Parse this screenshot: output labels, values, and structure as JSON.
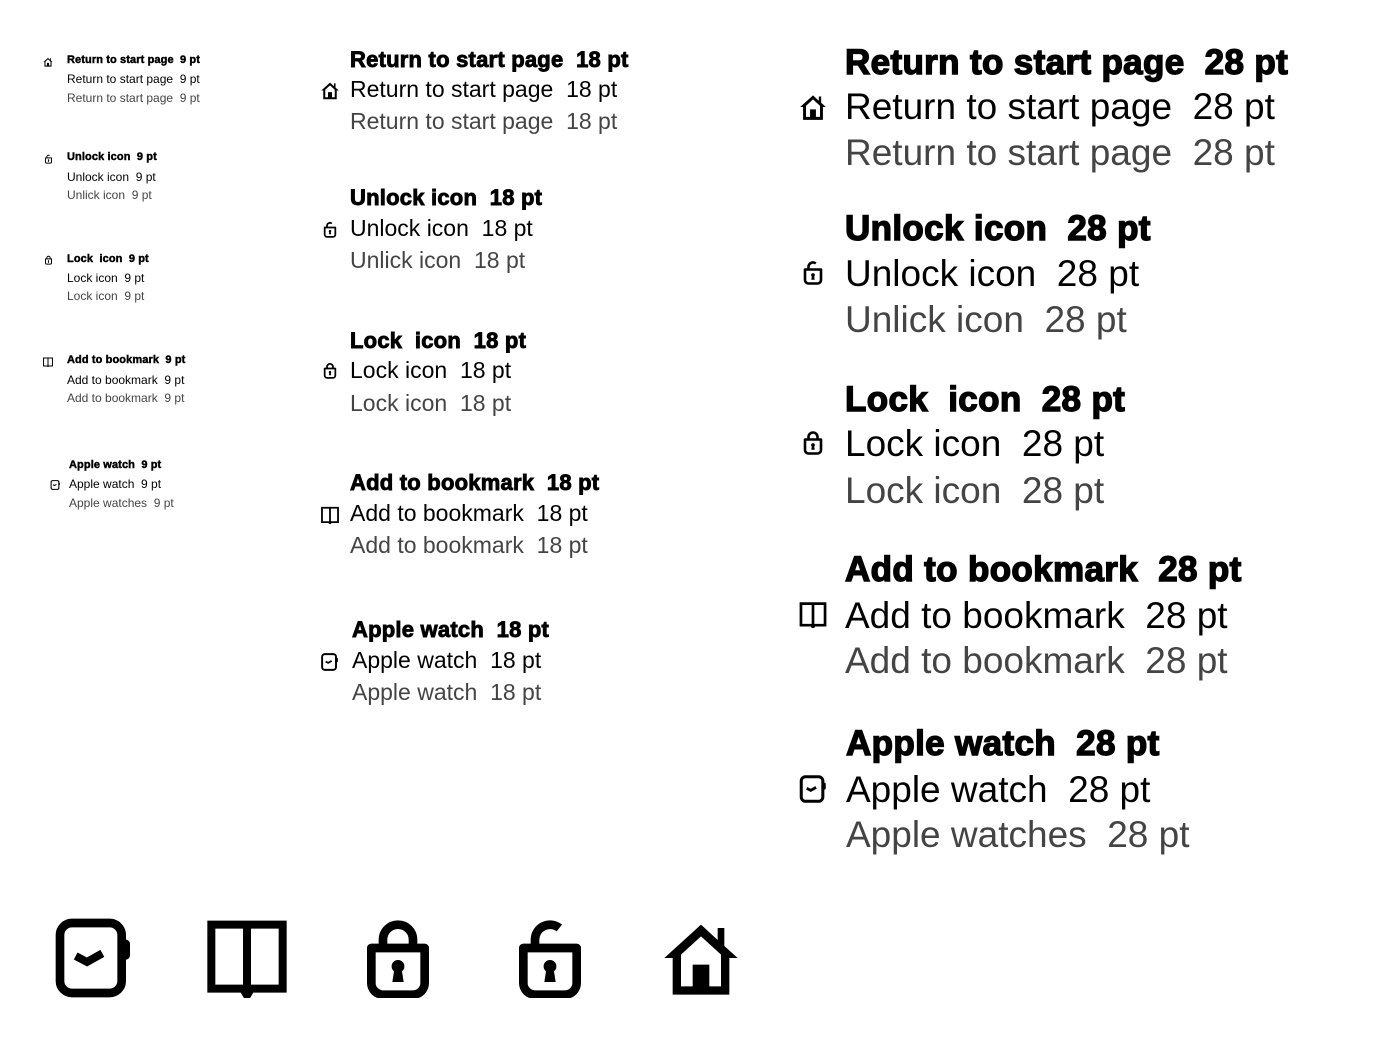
{
  "specimen": {
    "columns": [
      {
        "size_label": "9 pt",
        "groups": [
          {
            "icon": "home-icon",
            "bold": "Return to start page  9 pt",
            "regular": "Return to start page  9 pt",
            "light": "Return to start page  9 pt"
          },
          {
            "icon": "unlock-icon",
            "bold": "Unlock icon  9 pt",
            "regular": "Unlock icon  9 pt",
            "light": "Unlick icon  9 pt"
          },
          {
            "icon": "lock-icon",
            "bold": "Lock  icon  9 pt",
            "regular": "Lock icon  9 pt",
            "light": "Lock icon  9 pt"
          },
          {
            "icon": "book-icon",
            "bold": "Add to bookmark  9 pt",
            "regular": "Add to bookmark  9 pt",
            "light": "Add to bookmark  9 pt"
          },
          {
            "icon": "watch-icon",
            "bold": "Apple watch  9 pt",
            "regular": "Apple watch  9 pt",
            "light": "Apple watches  9 pt"
          }
        ]
      },
      {
        "size_label": "18 pt",
        "groups": [
          {
            "icon": "home-icon",
            "bold": "Return to start page  18 pt",
            "regular": "Return to start page  18 pt",
            "light": "Return to start page  18 pt"
          },
          {
            "icon": "unlock-icon",
            "bold": "Unlock icon  18 pt",
            "regular": "Unlock icon  18 pt",
            "light": "Unlick icon  18 pt"
          },
          {
            "icon": "lock-icon",
            "bold": "Lock  icon  18 pt",
            "regular": "Lock icon  18 pt",
            "light": "Lock icon  18 pt"
          },
          {
            "icon": "book-icon",
            "bold": "Add to bookmark  18 pt",
            "regular": "Add to bookmark  18 pt",
            "light": "Add to bookmark  18 pt"
          },
          {
            "icon": "watch-icon",
            "bold": "Apple watch  18 pt",
            "regular": "Apple watch  18 pt",
            "light": "Apple watch  18 pt"
          }
        ]
      },
      {
        "size_label": "28 pt",
        "groups": [
          {
            "icon": "home-icon",
            "bold": "Return to start page  28 pt",
            "regular": "Return to start page  28 pt",
            "light": "Return to start page  28 pt"
          },
          {
            "icon": "unlock-icon",
            "bold": "Unlock icon  28 pt",
            "regular": "Unlock icon  28 pt",
            "light": "Unlick icon  28 pt"
          },
          {
            "icon": "lock-icon",
            "bold": "Lock  icon  28 pt",
            "regular": "Lock icon  28 pt",
            "light": "Lock icon  28 pt"
          },
          {
            "icon": "book-icon",
            "bold": "Add to bookmark  28 pt",
            "regular": "Add to bookmark  28 pt",
            "light": "Add to bookmark  28 pt"
          },
          {
            "icon": "watch-icon",
            "bold": "Apple watch  28 pt",
            "regular": "Apple watch  28 pt",
            "light": "Apple watches  28 pt"
          }
        ]
      }
    ],
    "large_icons": [
      "watch-icon",
      "book-icon",
      "lock-icon",
      "unlock-icon",
      "home-icon"
    ]
  },
  "colors": {
    "ink": "#000000",
    "light_ink": "#444444",
    "background": "#ffffff"
  }
}
